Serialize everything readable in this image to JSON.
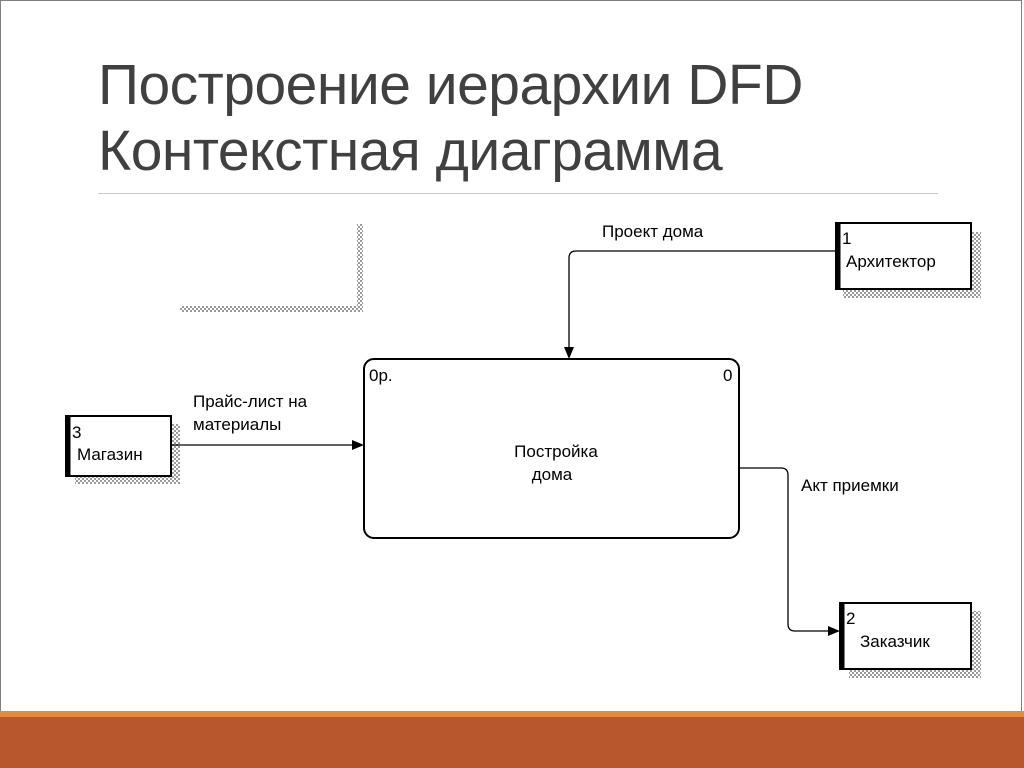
{
  "title": {
    "line1": "Построение иерархии DFD",
    "line2": "Контекстная диаграмма"
  },
  "process": {
    "id": "0р.",
    "number": "0",
    "name_line1": "Постройка",
    "name_line2": "дома"
  },
  "entities": {
    "architect": {
      "number": "1",
      "name": "Архитектор"
    },
    "customer": {
      "number": "2",
      "name": "Заказчик"
    },
    "store": {
      "number": "3",
      "name": "Магазин"
    }
  },
  "flows": {
    "project": "Проект дома",
    "price_line1": "Прайс-лист на",
    "price_line2": "материалы",
    "acceptance": "Акт приемки"
  },
  "colors": {
    "footer": "#b8562e",
    "footer_accent": "#e08b3a",
    "title": "#404040"
  }
}
